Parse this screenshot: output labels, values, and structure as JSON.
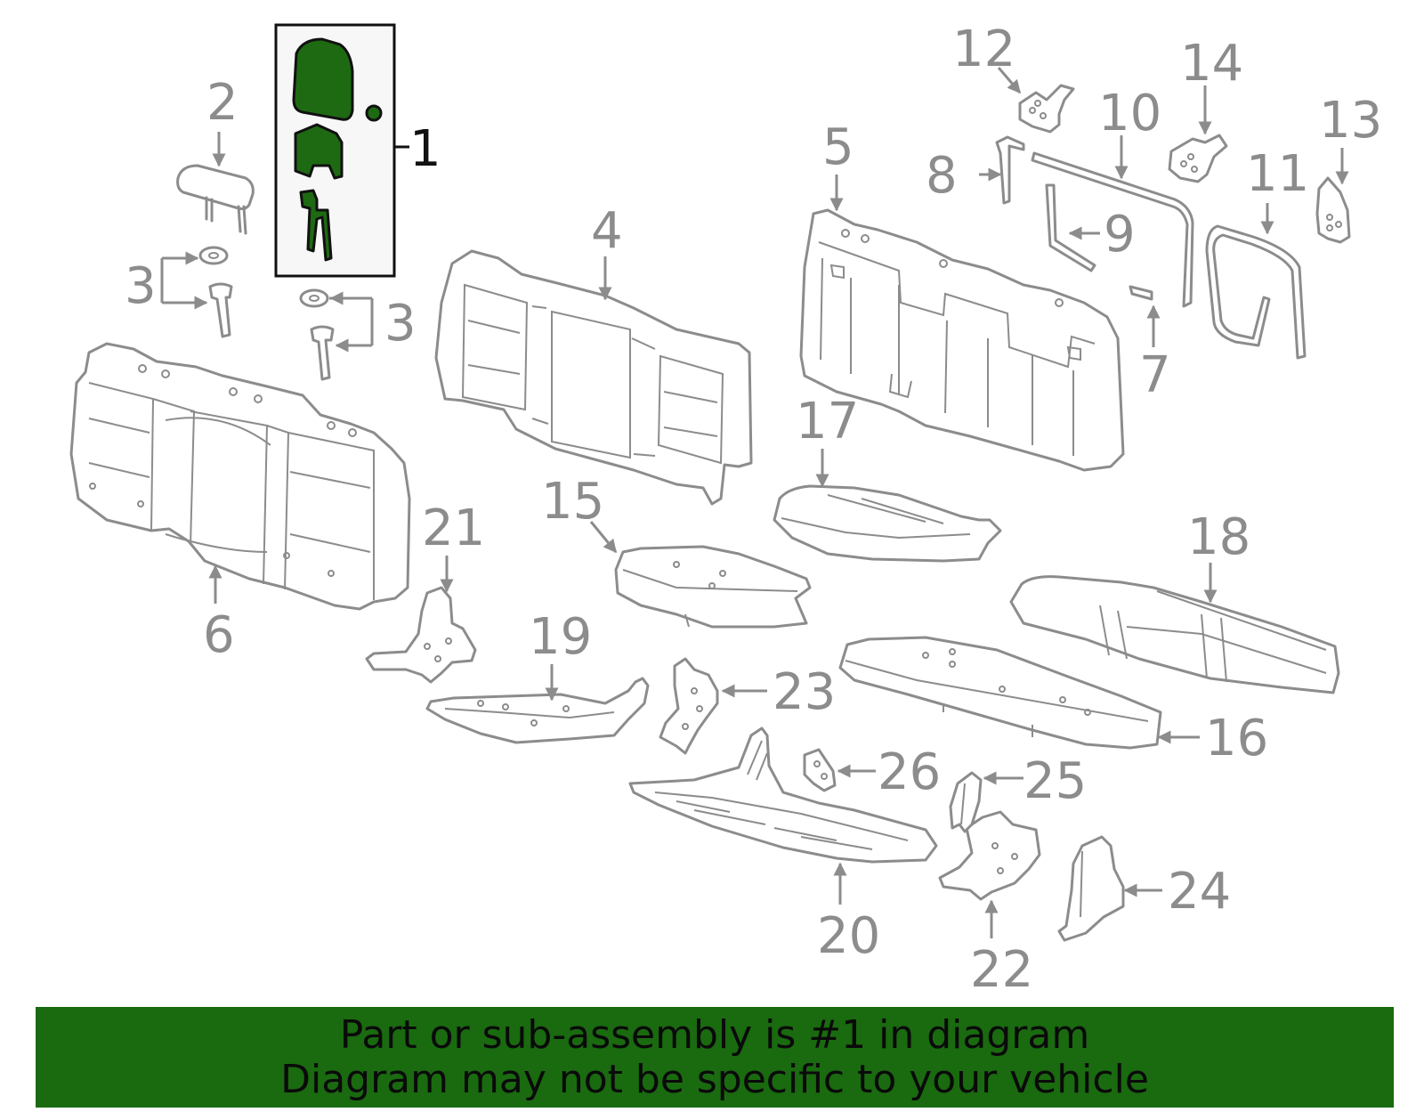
{
  "diagram": {
    "callouts": {
      "c1": "1",
      "c2": "2",
      "c3a": "3",
      "c3b": "3",
      "c4": "4",
      "c5": "5",
      "c6": "6",
      "c7": "7",
      "c8": "8",
      "c9": "9",
      "c10": "10",
      "c11": "11",
      "c12": "12",
      "c13": "13",
      "c14": "14",
      "c15": "15",
      "c16": "16",
      "c17": "17",
      "c18": "18",
      "c19": "19",
      "c20": "20",
      "c21": "21",
      "c22": "22",
      "c23": "23",
      "c24": "24",
      "c25": "25",
      "c26": "26"
    },
    "highlighted_part": "1",
    "colors": {
      "line": "#8c8c8c",
      "highlight_fill": "#1e6a12",
      "highlight_stroke": "#111111",
      "banner_bg": "#1a6a10",
      "banner_text": "#0a0a0a"
    }
  },
  "banner": {
    "line1": "Part or sub-assembly is #1 in diagram",
    "line2": "Diagram may not be specific to your vehicle"
  }
}
